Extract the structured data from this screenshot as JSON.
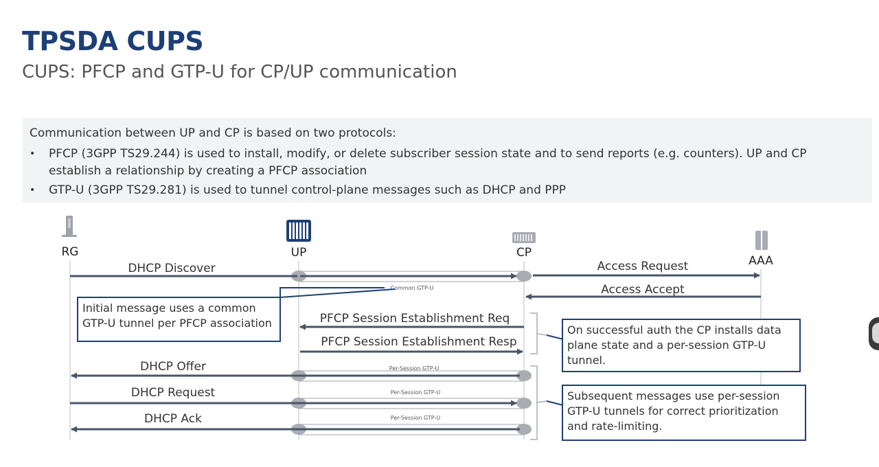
{
  "slide": {
    "title": "TPSDA CUPS",
    "subtitle": "CUPS: PFCP and GTP-U for CP/UP communication"
  },
  "intro": {
    "lead": "Communication between UP and CP is based on two protocols:",
    "bullets": [
      "PFCP (3GPP TS29.244) is used to install, modify, or delete subscriber session state and to send reports (e.g. counters). UP and CP establish a relationship by creating a PFCP association",
      "GTP-U (3GPP TS29.281) is used to tunnel control-plane messages such as DHCP and PPP"
    ],
    "bullet_glyph": "•"
  },
  "nodes": {
    "rg": {
      "label": "RG",
      "icon": "router-icon"
    },
    "up": {
      "label": "UP",
      "icon": "server-rack-icon"
    },
    "cp": {
      "label": "CP",
      "icon": "switch-icon"
    },
    "aaa": {
      "label": "AAA",
      "icon": "server-icon"
    }
  },
  "messages": {
    "dhcp_discover": "DHCP Discover",
    "access_request": "Access Request",
    "access_accept": "Access Accept",
    "pfcp_req": "PFCP Session Establishment Req",
    "pfcp_resp": "PFCP Session Establishment Resp",
    "dhcp_offer": "DHCP Offer",
    "dhcp_request": "DHCP Request",
    "dhcp_ack": "DHCP Ack"
  },
  "tunnels": {
    "common": "Common GTP-U",
    "per_session": "Per-Session GTP-U"
  },
  "callouts": {
    "initial": "Initial message uses a common GTP-U tunnel per PFCP association",
    "install": "On successful auth the CP installs data plane state and a per-session GTP-U tunnel.",
    "subsequent": "Subsequent messages use per-session GTP-U tunnels for correct prioritization and rate-limiting."
  },
  "colors": {
    "title": "#1d3f75",
    "arrow": "#4a5566",
    "tunnel_cap": "#a9adb3",
    "callout_border": "#1d3f75",
    "intro_bg": "#f2f3f4"
  }
}
